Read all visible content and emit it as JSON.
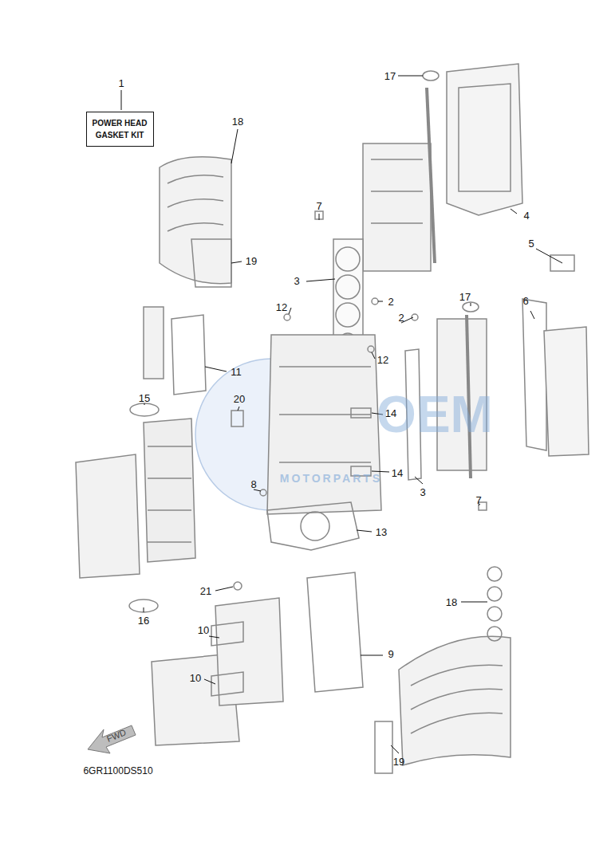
{
  "diagram": {
    "nodes": [
      {
        "text": [
          "POWER HEAD GASKET KIT"
        ]
      }
    ],
    "edges": [],
    "labels": [
      "1",
      "17",
      "18",
      "7",
      "4",
      "5",
      "19",
      "3",
      "2",
      "12",
      "6",
      "17",
      "2",
      "12",
      "11",
      "15",
      "14",
      "20",
      "14",
      "3",
      "8",
      "7",
      "13",
      "21",
      "18",
      "10",
      "9",
      "10",
      "16",
      "19",
      "FWD",
      "6GR1100DS510",
      "OEM",
      "MOTORPARTS"
    ]
  }
}
